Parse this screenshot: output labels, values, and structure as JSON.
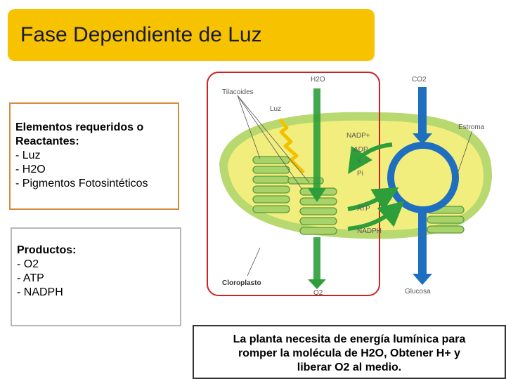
{
  "title": "Fase Dependiente de Luz",
  "reactants": {
    "heading_line1": "Elementos requeridos o",
    "heading_line2": "Reactantes:",
    "items": [
      "- Luz",
      "- H2O",
      "- Pigmentos Fotosintéticos"
    ]
  },
  "products": {
    "heading": "Productos:",
    "items": [
      "- O2",
      "- ATP",
      "- NADPH"
    ]
  },
  "caption": {
    "line1": "La planta necesita de energía lumínica para",
    "line2": "romper la molécula de H2O, Obtener H+ y",
    "line3": "liberar O2 al medio."
  },
  "diagram": {
    "labels": {
      "tilacoides": "Tilacoides",
      "h2o": "H2O",
      "co2": "CO2",
      "luz": "Luz",
      "nadp": "NADP+",
      "estroma": "Estroma",
      "adp": "ADP",
      "plus": "+",
      "pi": "Pi",
      "atp": "ATP",
      "nadph": "NADPH",
      "cloroplasto": "Cloroplasto",
      "o2": "O2",
      "glucosa": "Glucosa"
    },
    "colors": {
      "stroma": "#f2ee7e",
      "membrane": "#9fcb58",
      "thylakoid": "#8bc34a",
      "green_arrow": "#2e9e3a",
      "blue_arrow": "#1f6fc0",
      "red_frame": "#cc2222",
      "lightning": "#f2c200"
    }
  }
}
